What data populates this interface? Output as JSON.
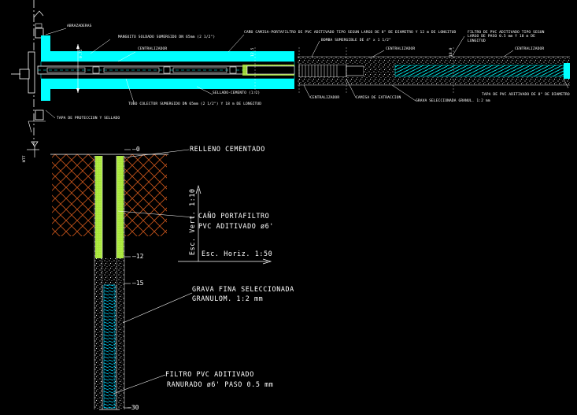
{
  "top_view": {
    "labels": {
      "abrazaderas": "ABRAZADERAS",
      "manguito": "MANGUITO SOLDADO SUMERGIDO DN 65mm (2 1/2\")",
      "centralizador_left": "CENTRALIZADOR",
      "cano_camisa": "CAÑO CAMISA-PORTAFILTRO DE PVC ADITIVADO TIPO SEGUN LARGO DE 8\" DE DIAMETRO Y 12 m DE LONGITUD",
      "bomba": "BOMBA SUMERGIBLE DE 4\" x 1 1/2\"",
      "centralizador_mid": "CENTRALIZADOR",
      "filtro_top": "FILTRO DE PVC ADITIVADO TIPO SEGUN LARGO DE PASO 0.5 mm Y 18 m DE LONGITUD",
      "centralizador_right": "CENTRALIZADOR",
      "tubo_colector": "TUBO COLECTOR SUMERGIDO DN 65mm (2 1/2\") Y 18 m DE LONGITUD",
      "cemento": "SELLADO-CEMENTO (1:2)",
      "centralizador_low": "CENTRALIZADOR",
      "camisa_ext": "CAMISA DE EXTRACCION",
      "grava": "GRAVA SELECCIONADA GRANUL. 1:2 mm",
      "tapa_pvc": "TAPA DE PVC ADITIVADO DE 8\" DE DIAMETRO",
      "tapa_proteccion": "TAPA DE PROTECCION Y SELLADO",
      "dim_top": "0.75",
      "dim_mid": "12.5",
      "dim_right": "18.0"
    }
  },
  "section": {
    "labels": {
      "relleno": "RELLENO CEMENTADO",
      "cano_line1": "CAÑO PORTAFILTRO",
      "cano_line2": "PVC ADITIVADO ø6'",
      "grava_line1": "GRAVA FINA SELECCIONADA",
      "grava_line2": "GRANULOM. 1:2 mm",
      "filtro_line1": "FILTRO PVC ADITIVADO",
      "filtro_line2": "RANURADO ø6' PASO 0.5 mm",
      "esc_vert": "Esc. Vert. 1:10",
      "esc_horiz": "Esc. Horiz. 1:50"
    },
    "depths": [
      "0",
      "12",
      "15",
      "30"
    ],
    "level_mark": "NTT"
  },
  "colors": {
    "background": "#000000",
    "cyan": "#00ffff",
    "casing_green": "#b2f23c",
    "gravel": "#d9d9d9",
    "soil_hatch": "#c8541a",
    "white": "#ffffff"
  }
}
